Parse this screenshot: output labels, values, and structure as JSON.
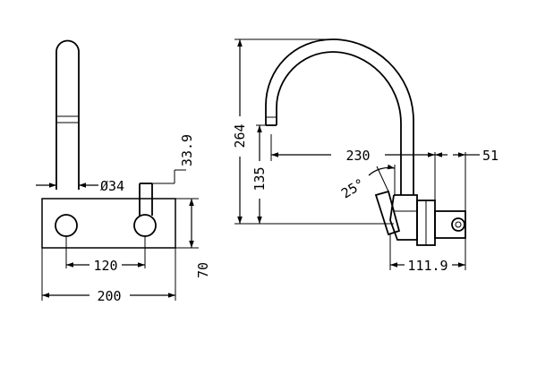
{
  "drawing": {
    "front_view": {
      "diameter_label": "Ø34",
      "handle_offset_label": "33.9",
      "centers_label": "120",
      "plate_width_label": "200",
      "plate_height_label": "70"
    },
    "side_view": {
      "total_height_label": "264",
      "outlet_height_label": "135",
      "reach_label": "230",
      "depth_label": "51",
      "angle_label": "25°",
      "body_depth_label": "111.9"
    }
  }
}
